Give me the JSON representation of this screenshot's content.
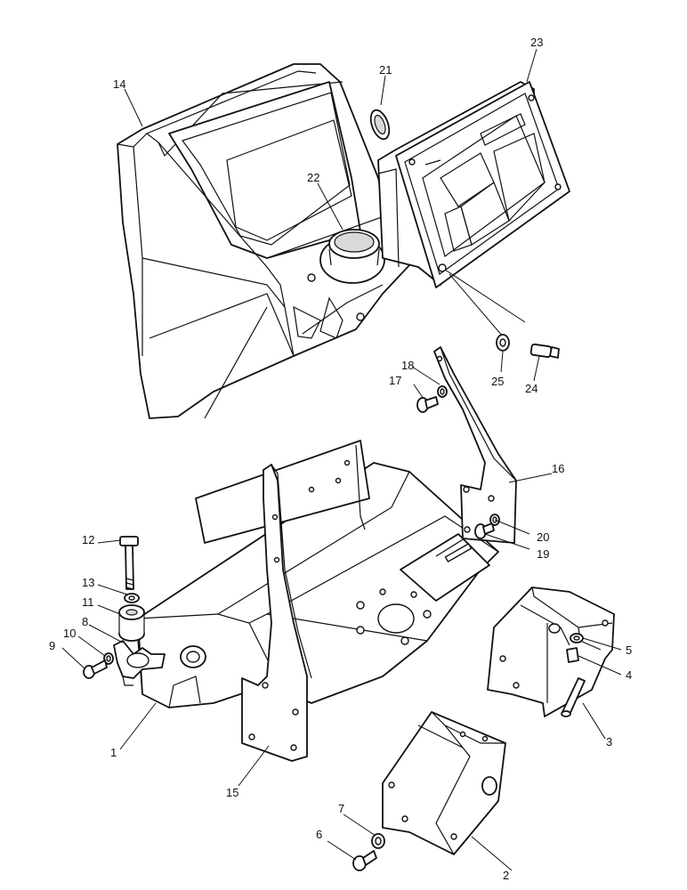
{
  "callouts": {
    "c1": "1",
    "c2": "2",
    "c3": "3",
    "c4": "4",
    "c5": "5",
    "c6": "6",
    "c7": "7",
    "c8": "8",
    "c9": "9",
    "c10": "10",
    "c11": "11",
    "c12": "12",
    "c13": "13",
    "c14": "14",
    "c15": "15",
    "c16": "16",
    "c17": "17",
    "c18": "18",
    "c19": "19",
    "c20": "20",
    "c21": "21",
    "c22": "22",
    "c23": "23",
    "c24": "24",
    "c25": "25"
  },
  "colors": {
    "line": "#111111",
    "shade": "#d9d9d9",
    "background": "#ffffff"
  }
}
